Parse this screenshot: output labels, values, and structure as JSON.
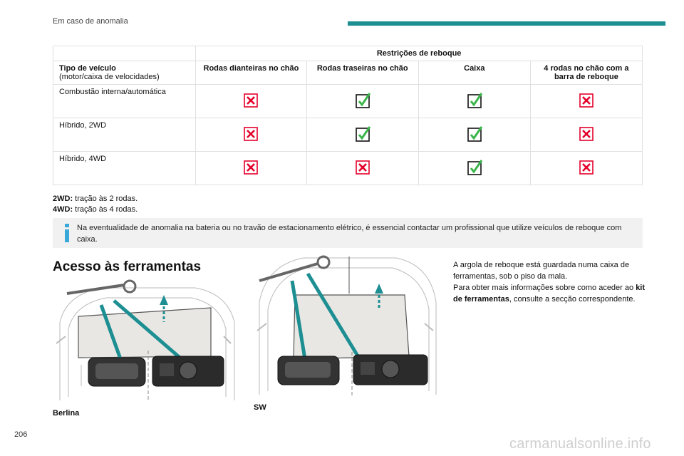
{
  "header": {
    "section": "Em caso de anomalia",
    "accent_color": "#1d8f93"
  },
  "table": {
    "group_header": "Restrições de reboque",
    "vehicle_header": "Tipo de veículo",
    "vehicle_subheader": "(motor/caixa de velocidades)",
    "columns": [
      "Rodas dianteiras no chão",
      "Rodas traseiras no chão",
      "Caixa",
      "4 rodas no chão com a barra de reboque"
    ],
    "rows": [
      {
        "label": "Combustão interna/automática",
        "marks": [
          "cross",
          "check",
          "check",
          "cross"
        ]
      },
      {
        "label": "Híbrido, 2WD",
        "marks": [
          "cross",
          "check",
          "check",
          "cross"
        ]
      },
      {
        "label": "Híbrido, 4WD",
        "marks": [
          "cross",
          "cross",
          "check",
          "cross"
        ]
      }
    ],
    "cross_color": "#e4002b",
    "check_color": "#3ab54a"
  },
  "notes": [
    {
      "term": "2WD:",
      "text": " tração às 2 rodas."
    },
    {
      "term": "4WD:",
      "text": " tração às 4 rodas."
    }
  ],
  "info": {
    "icon": "info-icon",
    "text": "Na eventualidade de anomalia na bateria ou no travão de estacionamento elétrico, é essencial contactar um profissional que utilize veículos de reboque com caixa."
  },
  "section": {
    "title": "Acesso às ferramentas",
    "captions": {
      "left": "Berlina",
      "right": "SW"
    },
    "body_1": "A argola de reboque está guardada numa caixa de ferramentas, sob o piso da mala.",
    "body_2_pre": "Para obter mais informações sobre como aceder ao ",
    "body_2_bold": "kit de ferramentas",
    "body_2_post": ", consulte a secção correspondente."
  },
  "page_number": "206",
  "watermark": "carmanualsonline.info"
}
